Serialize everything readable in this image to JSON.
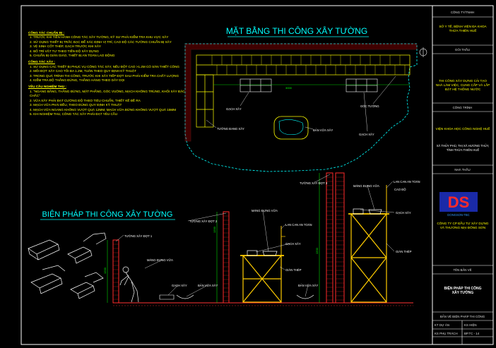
{
  "notes": {
    "sections": [
      {
        "heading": "CÔNG TÁC CHUẨN BỊ :",
        "items": [
          "1. TRƯỚC KHI TIẾN HÀNH CÔNG TÁC XÂY TƯỜNG, KỸ SƯ PHẢI KIỂM TRA KHU VỰC XÂY",
          "2. SỬ DỤNG THIẾT BỊ TRẮC ĐẠC ĐỂ XÁC ĐỊNH VỊ TRÍ, CAO ĐỘ CÁC TƯỜNG CHUẨN BỊ XÂY",
          "3. VỆ SINH CỐT THÉP, GẠCH TRƯỚC KHI XÂY",
          "4. BỐ TRÍ VẬT TƯ THEO TIẾN ĐỘ XÂY DỰNG",
          "5. CHUẨN BỊ GIÀN GIÁO, THIẾT BỊ AN TOÀN LAO ĐỘNG"
        ]
      },
      {
        "heading": "CÔNG TÁC XÂY :",
        "items": [
          "1. SỬ DỤNG CÁC THIẾT BỊ PHỤC VỤ CÔNG TÁC XÂY, NẾU ĐỘT CAO >1.2M CÓ SÀN THIẾT CÔNG",
          "2. MỖI ĐỢT XÂY CAO TỐI ĐA 1.2M, TUÂN THEO QUY ĐỊNH KỸ THUẬT",
          "3. TRONG QUÁ TRÌNH THI CÔNG, TRƯỚC KHI XÂY TIẾP ĐỢT SAU PHẢI KIỂM TRA CHẤT LƯỢNG",
          "4. KIỂM TRA ĐỘ THẲNG ĐỨNG, THẲNG HÀNG THEO DÂY DỌI"
        ]
      },
      {
        "heading": "YÊU CẦU NGHIỆM THU :",
        "items": [
          "1. \"NGANG BẰNG, THẲNG ĐỨNG, MẶT PHẲNG, GÓC VUÔNG, MẠCH KHÔNG TRÙNG, KHỐI XÂY ĐẶC CHẮC\"",
          "2. VỮA XÂY PHẢI ĐẠT CƯỜNG ĐỘ THEO TIÊU CHUẨN, THIẾT KẾ ĐỀ RA",
          "3. MẠCH VỮA PHẢI ĐỀU, THEO ĐÚNG QUY ĐỊNH KỸ THUẬT",
          "4. MẠCH VỮA NGANG KHÔNG VƯỢT QUÁ 12MM, MẠCH VỮA ĐỨNG KHÔNG VƯỢT QUÁ 15MM",
          "5. KHI NGHIỆM THU, CÔNG TÁC XÂY PHẢI ĐẠT YÊU CẦU"
        ]
      }
    ]
  },
  "plan": {
    "title": "MẶT BẰNG THI CÔNG XÂY TƯỜNG",
    "dim": "3000",
    "labels": {
      "gach_xay": "GẠCH XÂY",
      "tuong_dang_xay": "TƯỜNG ĐANG XÂY",
      "ban_vua_xay": "BẢN VỮA XÂY",
      "gach_xay_2": "GẠCH XÂY",
      "goc_tuong": "GÓC TƯỜNG"
    }
  },
  "section": {
    "title": "BIỆN PHÁP THI CÔNG XÂY TƯỜNG",
    "labels": {
      "dot1": "TƯỜNG XÂY ĐỢT 1",
      "dot2": "TƯỜNG XÂY ĐỢT 2",
      "dot3": "TƯỜNG XÂY ĐỢT 3",
      "mang_dung_vua": "MÁNG ĐỰNG VỮA",
      "mang_dung_vua2": "MÁNG ĐỰNG VỮA",
      "mang_dung_vua3": "MÁNG ĐỰNG VỮA",
      "gach_xay": "GẠCH XÂY",
      "gach_xay2": "GẠCH XÂY",
      "gach_xay3": "GẠCH XÂY",
      "ban_vua_xay": "BẢN VỮA XÂY",
      "ban_vua_xay2": "BẢN VỮA XÂY",
      "lan_can": "LAN CAN AN TOÀN",
      "lan_can2": "LAN CAN AN TOÀN",
      "gian_thep": "GIÀN THÉP",
      "gian_thep2": "GIÀN THÉP",
      "h1": "1200",
      "h2": "1200",
      "h3": "1200",
      "cao_do": "CAO ĐỘ"
    }
  },
  "titleblock": {
    "cong_ty_label": "CÔNG TY/TNHH",
    "chu_dau_tu": "SỞ Y TẾ, BỆNH VIỆN ĐA KHOA THỪA THIÊN HUẾ",
    "goi_thau_label": "GÓI THẦU",
    "goi_thau": "THI CÔNG XÂY DỰNG CẢI TẠO NHÀ LÀM VIỆC, CUNG CẤP VÀ LẮP ĐẶT HỆ THỐNG NƯỚC",
    "cong_trinh_label": "CÔNG TRÌNH",
    "cong_trinh": "VIỆN KHOA HỌC CÔNG NGHỆ HUẾ",
    "dia_diem": "XÃ THỦY PHÙ, THỊ XÃ HƯƠNG THỦY, TỈNH THỪA THIÊN HUẾ",
    "nha_thau_label": "NHÀ THẦU",
    "logo_text": "DS",
    "logo_sub": "DONGSON-TBC",
    "nha_thau": "CÔNG TY CP ĐẦU TƯ XÂY DỰNG VÀ THƯƠNG MẠI ĐÔNG SƠN",
    "ten_ban_ve_label": "TÊN BẢN VẼ",
    "ten_ban_ve": "BIỆN PHÁP THI CÔNG XÂY TƯỜNG",
    "ban_ve_label": "BẢN VẼ BIỆN PHÁP THI CÔNG",
    "row1a": "KT DỰ ÁN",
    "row1b": "KS HIỆN",
    "row2a": "KS PHỤ TRÁCH",
    "row2b": "BP.TC - 14"
  }
}
